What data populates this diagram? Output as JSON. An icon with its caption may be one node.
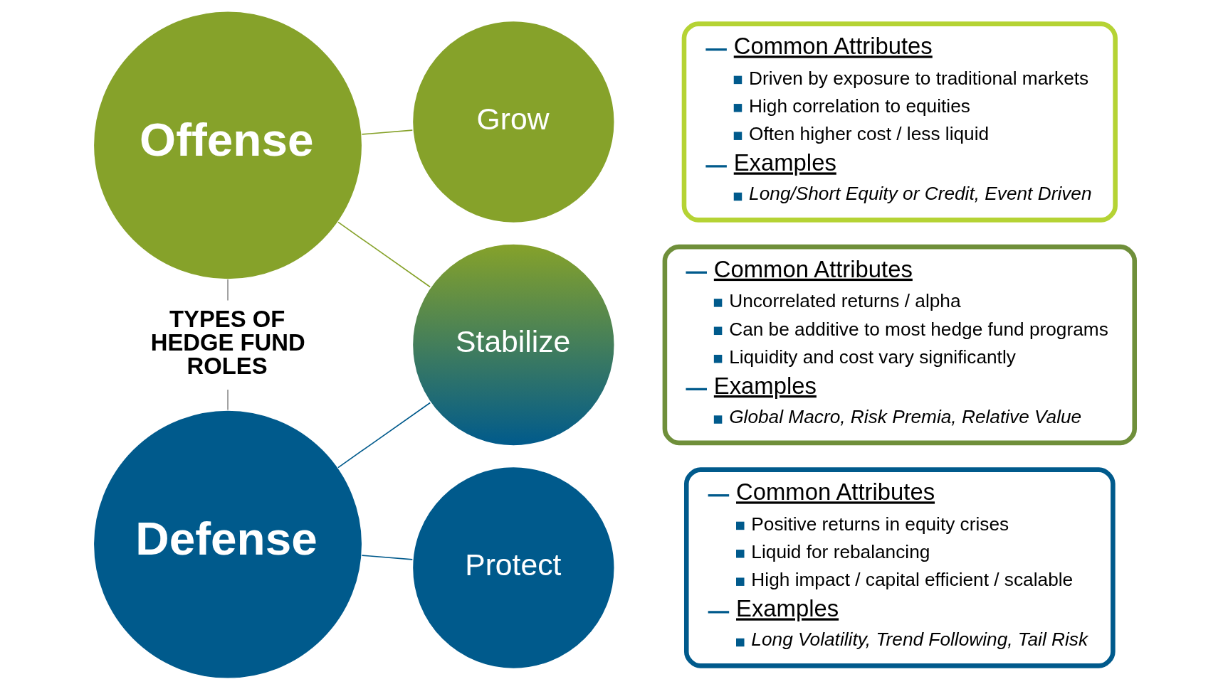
{
  "diagram": {
    "nodes": [
      {
        "text": [
          "Offense"
        ]
      },
      {
        "text": [
          "Grow"
        ]
      },
      {
        "text": [
          "Common Attributes",
          "Driven by exposure to traditional markets",
          "High correlation to equities",
          "Often higher cost / less liquid",
          "Examples",
          "Long/Short Equity or Credit, Event Driven"
        ]
      },
      {
        "text": [
          "TYPES OF HEDGE FUND ROLES"
        ]
      },
      {
        "text": [
          "Stabilize"
        ]
      },
      {
        "text": [
          "Common Attributes",
          "Uncorrelated returns / alpha",
          "Can be additive to most hedge fund programs",
          "Liquidity and cost vary significantly",
          "Examples",
          "Global Macro, Risk Premia, Relative Value"
        ]
      },
      {
        "text": [
          "Defense"
        ]
      },
      {
        "text": [
          "Protect"
        ]
      },
      {
        "text": [
          "Common Attributes",
          "Positive returns in equity crises",
          "Liquid for rebalancing",
          "High impact / capital efficient / scalable",
          "Examples",
          "Long Volatility, Trend Following, Tail Risk"
        ]
      }
    ],
    "edges": [
      {
        "from": 0,
        "to": 1,
        "arrow": "none",
        "color": "#86a22a"
      },
      {
        "from": 0,
        "to": 4,
        "arrow": "none",
        "color": "#86a22a"
      },
      {
        "from": 0,
        "to": 3,
        "arrow": "none",
        "color": "#8c8c8c"
      },
      {
        "from": 3,
        "to": 6,
        "arrow": "none",
        "color": "#8c8c8c"
      },
      {
        "from": 6,
        "to": 4,
        "arrow": "none",
        "color": "#005a8c"
      },
      {
        "from": 6,
        "to": 7,
        "arrow": "none",
        "color": "#005a8c"
      }
    ]
  }
}
